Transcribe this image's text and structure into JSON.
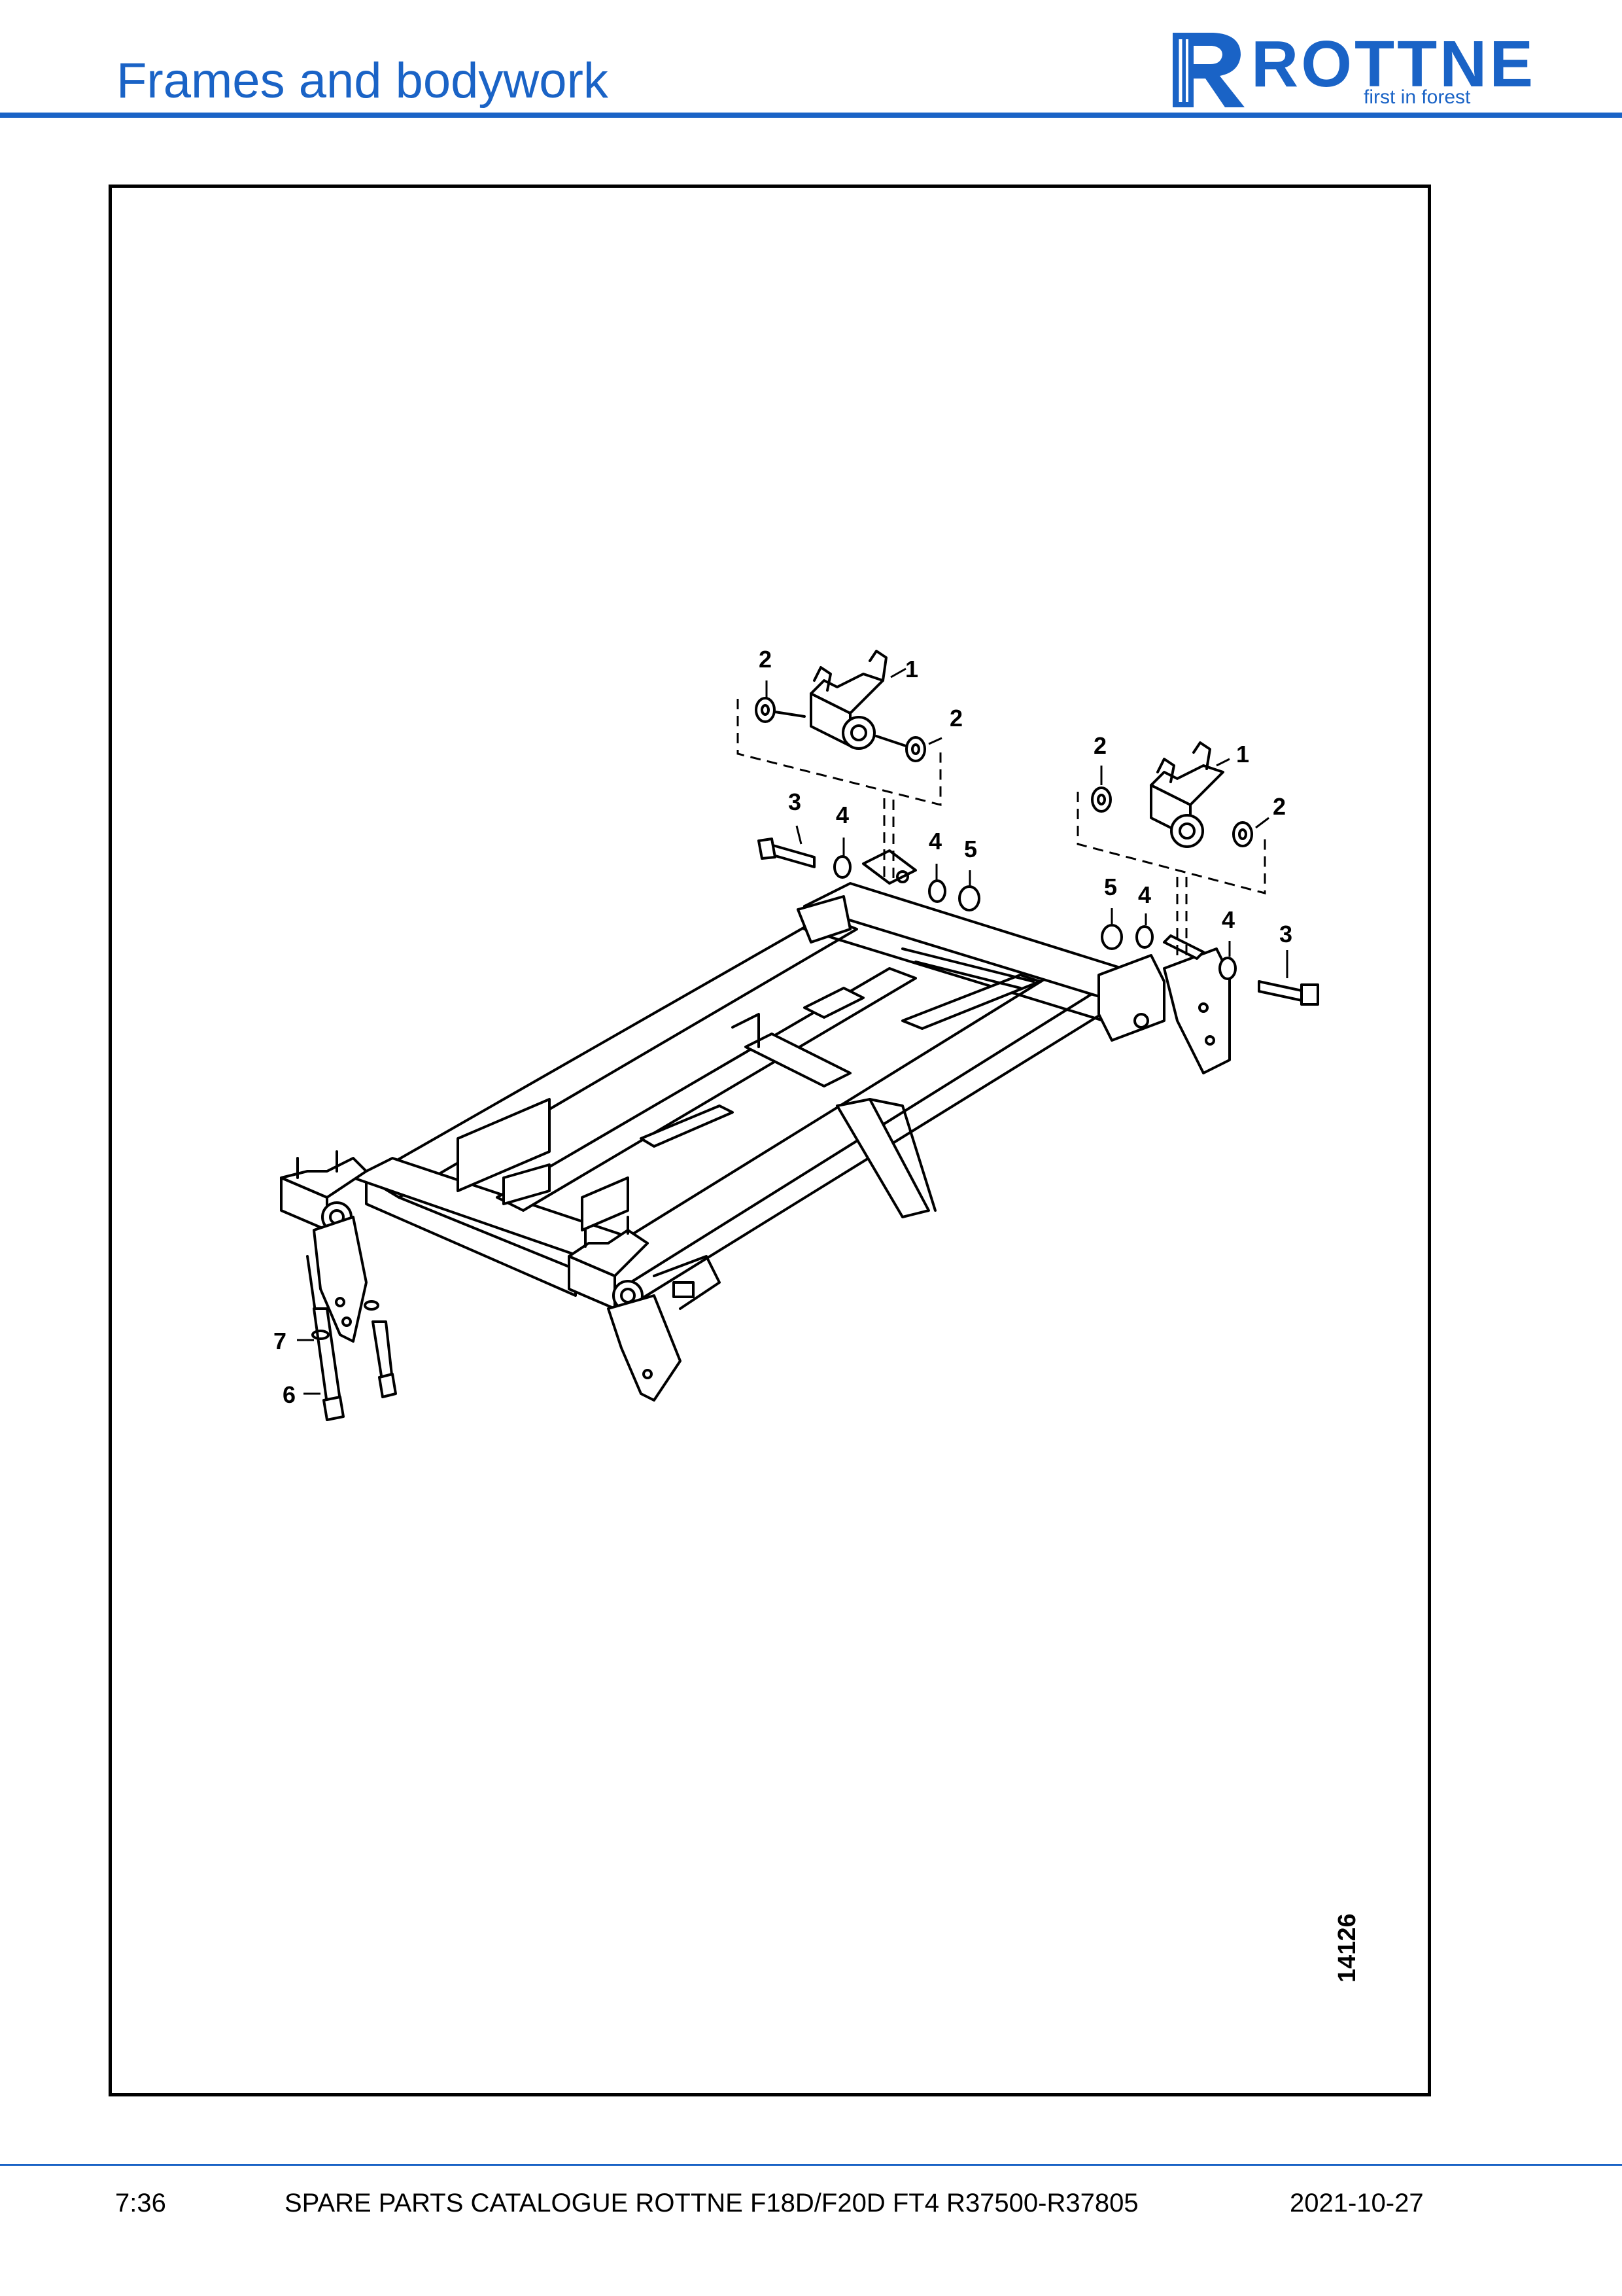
{
  "header": {
    "title": "Frames and bodywork",
    "brand": "ROTTNE",
    "tagline": "first in forest",
    "accent_color": "#1a63c6"
  },
  "figure": {
    "number": "14126",
    "callouts": {
      "mount_left_a": "2",
      "mount_left_b": "1",
      "mount_left_c": "2",
      "mount_right_a": "2",
      "mount_right_b": "1",
      "mount_right_c": "2",
      "bolt_left": "3",
      "washer_left_a": "4",
      "washer_left_b": "4",
      "nut_left": "5",
      "nut_right": "5",
      "washer_right_a": "4",
      "washer_right_b": "4",
      "bolt_right": "3",
      "washer_small": "7",
      "screw": "6"
    }
  },
  "footer": {
    "page": "7:36",
    "title": "SPARE PARTS CATALOGUE ROTTNE F18D/F20D FT4 R37500-R37805",
    "date": "2021-10-27"
  }
}
